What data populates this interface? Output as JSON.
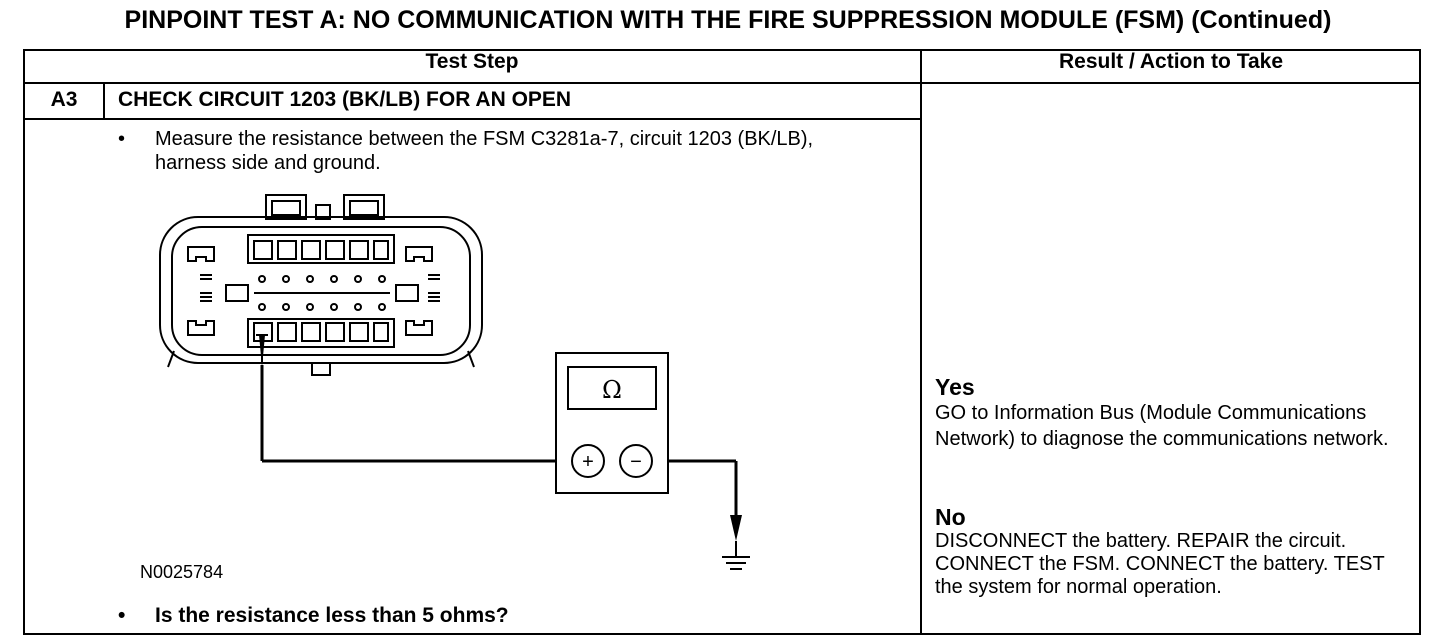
{
  "title": "PINPOINT TEST  A: NO COMMUNICATION WITH THE FIRE SUPPRESSION MODULE (FSM) (Continued)",
  "table": {
    "headers": {
      "test_step": "Test Step",
      "result_action": "Result / Action to Take"
    },
    "step": {
      "id": "A3",
      "title": "CHECK CIRCUIT 1203 (BK/LB) FOR AN OPEN",
      "bullet_glyph": "•",
      "instruction": "Measure the resistance between the FSM C3281a-7, circuit 1203 (BK/LB), harness side and ground.",
      "figure_id": "N0025784",
      "meter_symbol": "Ω",
      "plus_symbol": "+",
      "minus_symbol": "−",
      "question": "Is the resistance less than 5 ohms?"
    },
    "results": [
      {
        "label": "Yes",
        "action": "GO to Information Bus (Module Communications Network) to diagnose the communications network."
      },
      {
        "label": "No",
        "action": "DISCONNECT the battery. REPAIR the circuit. CONNECT the FSM. CONNECT the battery. TEST the system for normal operation."
      }
    ]
  }
}
